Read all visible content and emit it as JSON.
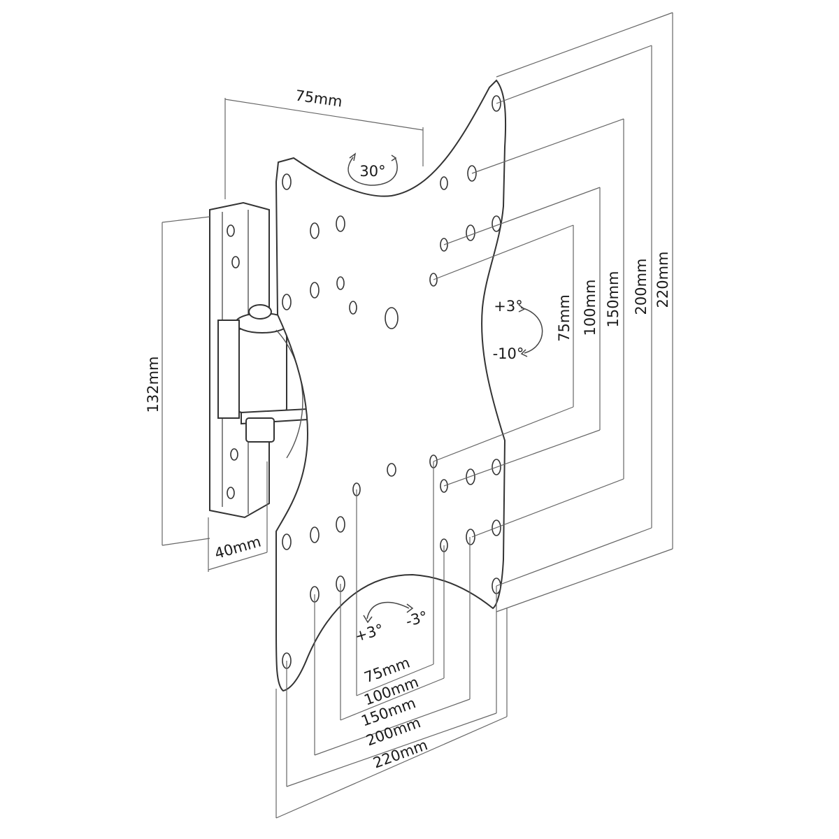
{
  "labels": {
    "depth_top": "75mm",
    "rotation_angle": "30°",
    "height": "132mm",
    "depth_bottom": "40mm",
    "tilt_up": "+3°",
    "tilt_down": "-10°",
    "swivel_left": "+3°",
    "swivel_right": "-3°"
  },
  "vesa_vertical": [
    "75mm",
    "100mm",
    "150mm",
    "200mm",
    "220mm"
  ],
  "vesa_horizontal": [
    "75mm",
    "100mm",
    "150mm",
    "200mm",
    "220mm"
  ],
  "colors": {
    "line": "#333333",
    "text": "#1a1a1a",
    "background": "#ffffff"
  }
}
